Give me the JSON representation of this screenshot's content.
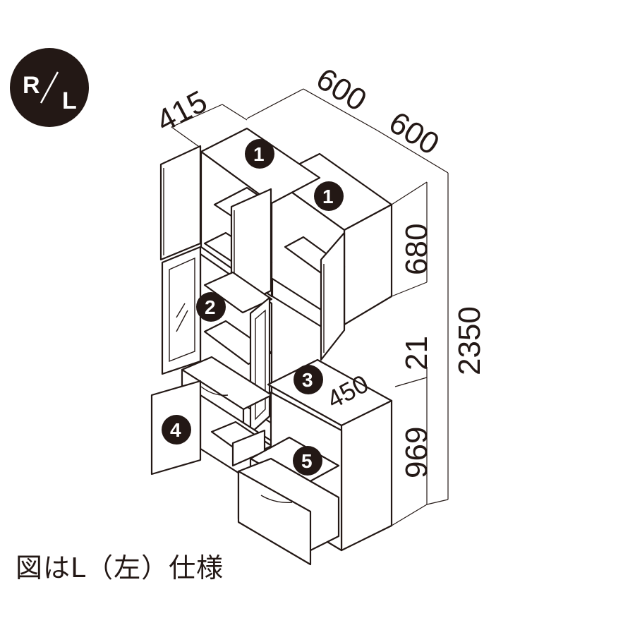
{
  "badge": {
    "left": "R",
    "right": "L"
  },
  "dimensions": {
    "depth_upper": "415",
    "width_left": "600",
    "width_right": "600",
    "height_upper": "680",
    "total_height": "2350",
    "gap": "21",
    "depth_lower": "450",
    "height_lower": "969"
  },
  "parts": [
    "1",
    "1",
    "2",
    "3",
    "4",
    "5"
  ],
  "caption": "図はL（左）仕様",
  "colors": {
    "line": "#231815",
    "badge": "#231815",
    "background": "#ffffff"
  }
}
